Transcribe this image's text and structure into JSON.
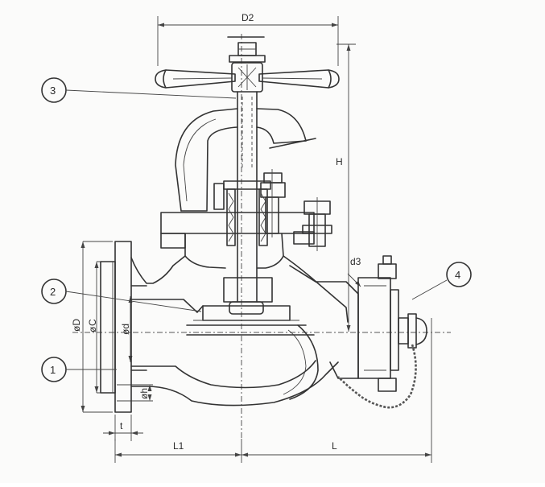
{
  "dimensions": {
    "d2": "D2",
    "h": "H",
    "d3": "d3",
    "od": "øD",
    "oc": "C",
    "oinner": "ød",
    "oh": "øh",
    "t": "t",
    "l1": "L1",
    "l": "L"
  },
  "callouts": [
    "3",
    "2",
    "1",
    "4"
  ]
}
